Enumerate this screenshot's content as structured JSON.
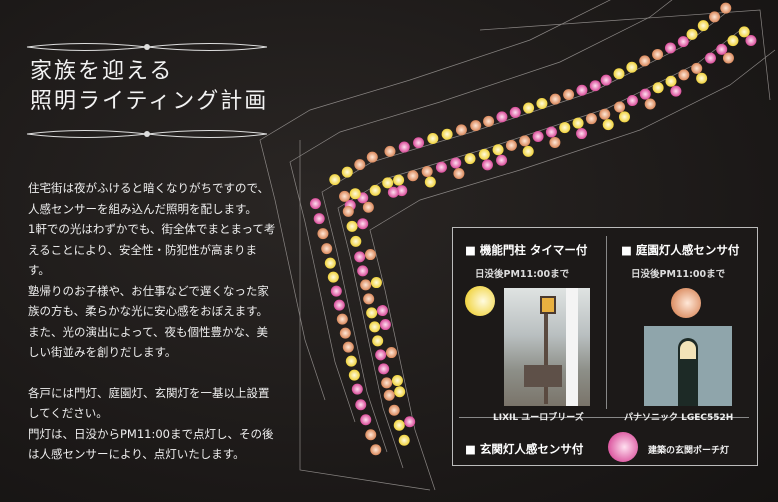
{
  "title": {
    "line1": "家族を迎える",
    "line2": "照明ライティング計画"
  },
  "body": {
    "paragraphs": [
      "住宅街は夜がふけると暗くなりがちですので、人感センサーを組み込んだ照明を配します。",
      "1軒での光はわずかでも、街全体でまとまって考えることにより、安全性・防犯性が高まります。",
      "塾帰りのお子様や、お仕事などで遅くなった家族の方も、柔らかな光に安心感をおぼえます。",
      "また、光の演出によって、夜も個性豊かな、美しい街並みを創りだします。",
      "",
      "各戸には門灯、庭園灯、玄関灯を一基以上設置してください。",
      "門灯は、日没からPM11:00まで点灯し、その後は人感センサーにより、点灯いたします。"
    ]
  },
  "legend": {
    "gate": {
      "heading": "■ 機能門柱 タイマー付",
      "sub": "日没後PM11:00まで",
      "caption": "LIXIL ユーロブリーズ",
      "color": "#f5e04a"
    },
    "garden": {
      "heading": "■ 庭園灯人感センサ付",
      "sub": "日没後PM11:00まで",
      "caption": "パナソニック LGEC552H",
      "color": "#e89a6a"
    },
    "entrance": {
      "heading": "■ 玄関灯人感センサ付",
      "caption": "建築の玄関ポーチ灯",
      "color": "#e85aa8"
    }
  }
}
